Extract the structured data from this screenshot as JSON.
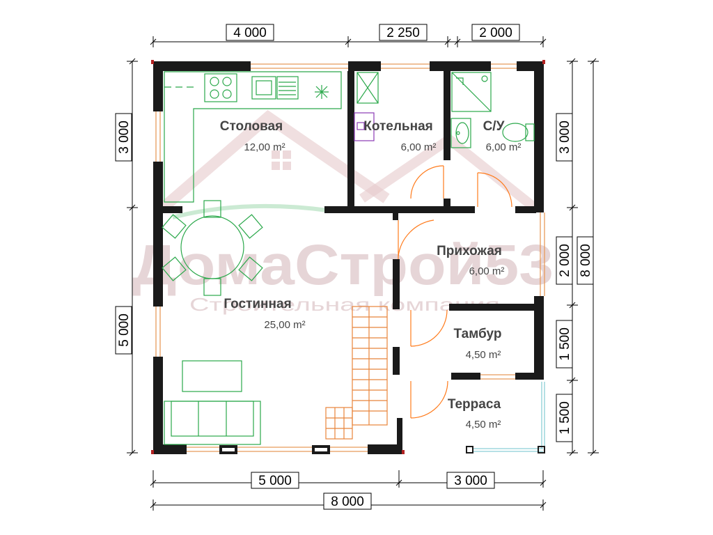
{
  "dimensions": {
    "top": [
      "4 000",
      "2 250",
      "2 000"
    ],
    "bottom": [
      "5 000",
      "3 000"
    ],
    "bottom_total": "8 000",
    "left": [
      "3 000",
      "5 000"
    ],
    "right": [
      "3 000",
      "2 000",
      "1 500",
      "1 500"
    ],
    "right_total": "8 000"
  },
  "rooms": {
    "dining": {
      "name": "Столовая",
      "area": "12,00 m²"
    },
    "boiler": {
      "name": "Котельная",
      "area": "6,00 m²"
    },
    "bathroom": {
      "name": "С/У",
      "area": "6,00 m²"
    },
    "hallway": {
      "name": "Прихожая",
      "area": "6,00 m²"
    },
    "living": {
      "name": "Гостинная",
      "area": "25,00 m²"
    },
    "vestibule": {
      "name": "Тамбур",
      "area": "4,50 m²"
    },
    "terrace": {
      "name": "Терраса",
      "area": "4,50 m²"
    }
  },
  "watermark": {
    "brand": "ДомаСтрой53",
    "tagline": "Строительная компания"
  },
  "colors": {
    "wall": "#1a1a1a",
    "window": "#e89a5a",
    "furniture": "#2aa84a",
    "stair": "#e8843a",
    "watermark": "#c8a3a8",
    "terrace_rail": "#8ccfd6"
  }
}
